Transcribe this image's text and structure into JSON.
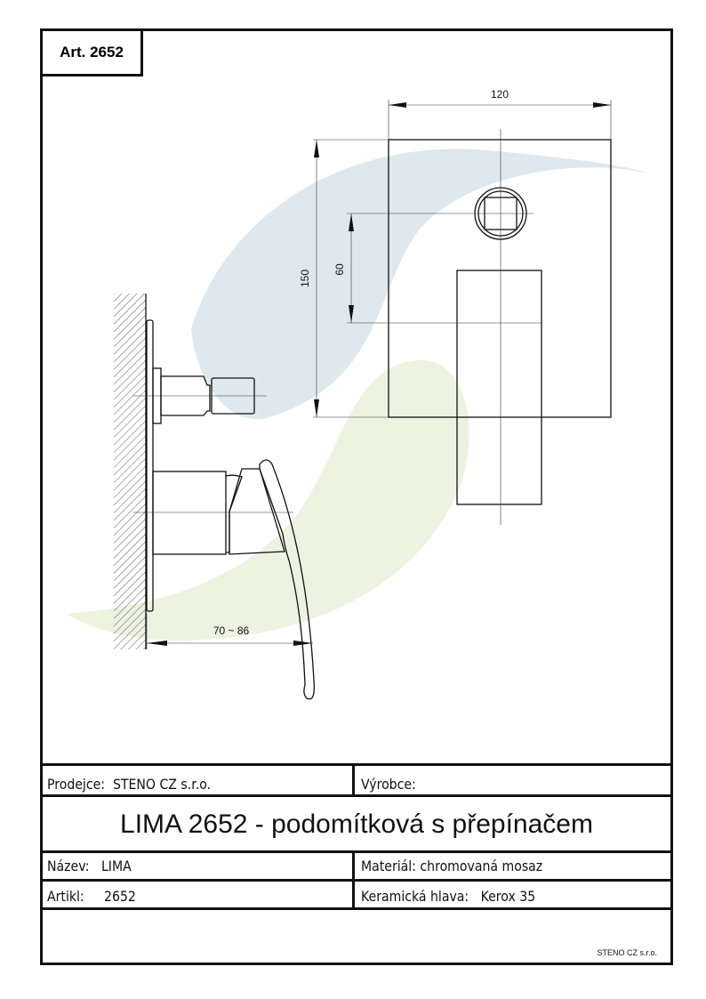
{
  "article_badge": "Art. 2652",
  "dimensions": {
    "width": "120",
    "height": "150",
    "spacing": "60",
    "depth": "70 ~ 86"
  },
  "table": {
    "seller": "Prodejce:  STENO CZ s.r.o.",
    "manufacturer": "Výrobce:",
    "title": "LIMA 2652 - podomítková s přepínačem",
    "name": "Název:   LIMA",
    "material": "Materiál: chromovaná mosaz",
    "article": "Artikl:     2652",
    "cartridge": "Keramická hlava:   Kerox 35"
  },
  "footer": "STENO CZ s.r.o.",
  "colors": {
    "swoosh_blue": "#dfeaf0",
    "swoosh_green": "#eef3e0",
    "line": "#111111"
  }
}
